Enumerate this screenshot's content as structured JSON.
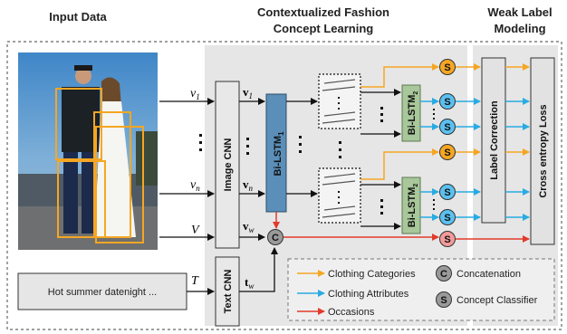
{
  "titles": {
    "input": "Input Data",
    "concept_line1": "Contextualized Fashion",
    "concept_line2": "Concept Learning",
    "weak_line1": "Weak Label",
    "weak_line2": "Modeling"
  },
  "input_text": "Hot summer datenight ...",
  "vars": {
    "v1": "v",
    "v1_sub": "1",
    "vn": "v",
    "vn_sub": "n",
    "V": "V",
    "T": "T",
    "bv1": "v",
    "bv1_sub": "1",
    "bvn": "v",
    "bvn_sub": "n",
    "bvw": "v",
    "bvw_sub": "w",
    "btw": "t",
    "btw_sub": "w"
  },
  "modules": {
    "image_cnn": "Image CNN",
    "text_cnn": "Text CNN",
    "bilstm1": "Bi-LSTM",
    "bilstm1_sub": "1",
    "bilstm2a": "Bi-LSTM",
    "bilstm2a_sub": "2",
    "bilstm2b": "Bi-LSTM",
    "bilstm2b_sub": "2",
    "label_correction": "Label Correction",
    "cross_entropy": "Cross entropy Loss",
    "concat": "C",
    "classifier": "S"
  },
  "legend": {
    "clothing_categories": "Clothing Categories",
    "clothing_attributes": "Clothing Attributes",
    "occasions": "Occasions",
    "concatenation": "Concatenation",
    "concept_classifier": "Concept Classifier"
  },
  "colors": {
    "orange": "#f5a623",
    "blue": "#29abe2",
    "red": "#e23a2c",
    "bilstm1": "#5b8fb9",
    "bilstm2": "#a8c79a",
    "classifier_orange": "#f5a623",
    "classifier_blue": "#5bc0f0",
    "classifier_red": "#f29a9a"
  }
}
